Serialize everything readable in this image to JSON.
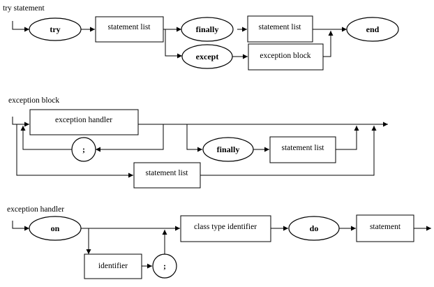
{
  "sections": {
    "try_statement": {
      "title": "try statement",
      "try": "try",
      "statement_list": "statement list",
      "finally": "finally",
      "finally_statement_list": "statement list",
      "end": "end",
      "except": "except",
      "exception_block": "exception block"
    },
    "exception_block": {
      "title": "exception block",
      "exception_handler": "exception handler",
      "separator": ";",
      "finally": "finally",
      "finally_statement_list": "statement list",
      "statement_list": "statement list"
    },
    "exception_handler": {
      "title": "exception handler",
      "on": "on",
      "identifier": "identifier",
      "separator": ";",
      "class_type_identifier": "class type identifier",
      "do": "do",
      "statement": "statement"
    }
  }
}
